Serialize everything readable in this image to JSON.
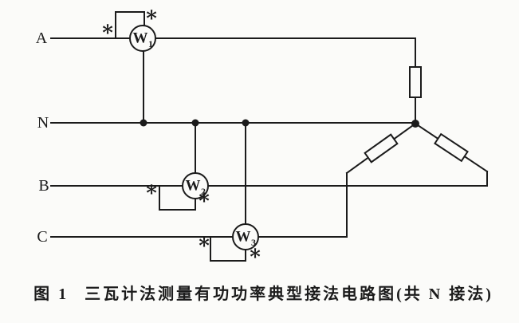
{
  "colors": {
    "ink": "#1b1b1b",
    "paper": "#fbfbf9"
  },
  "phase_labels": {
    "a": "A",
    "n": "N",
    "b": "B",
    "c": "C"
  },
  "wattmeters": {
    "w1": {
      "letter": "W",
      "sub": "1"
    },
    "w2": {
      "letter": "W",
      "sub": "2"
    },
    "w3": {
      "letter": "W",
      "sub": "3"
    }
  },
  "symbols": {
    "polarity": "*"
  },
  "caption": {
    "figure_no": "图 1",
    "title": "三瓦计法测量有功功率典型接法电路图(共 N 接法)"
  }
}
